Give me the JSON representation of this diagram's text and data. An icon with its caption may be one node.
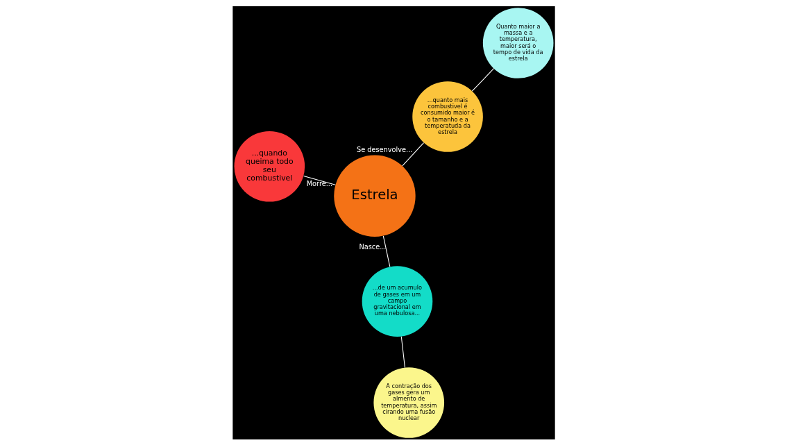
{
  "diagram": {
    "nodes": [
      {
        "text": [
          "Estrela"
        ]
      },
      {
        "text": [
          "...de um acumulo de gases em um campo gravitacional em uma nebulosa..."
        ]
      },
      {
        "text": [
          "A contração dos gases gera um almento de temperatura, assim cirando uma fusão nuclear"
        ]
      },
      {
        "text": [
          "...quanto mais combustivel é consumido maior é o tamanho e a temperatuda da estrela"
        ]
      },
      {
        "text": [
          "Quanto maior a massa e a temperatura, maior será o tempo de vida da estrela"
        ]
      },
      {
        "text": [
          "...quando queima todo seu combustivel"
        ]
      }
    ],
    "edges": [
      {
        "from": 0,
        "to": 1,
        "arrow": "none",
        "label": "Nasce..."
      },
      {
        "from": 1,
        "to": 2,
        "arrow": "none"
      },
      {
        "from": 0,
        "to": 3,
        "arrow": "none",
        "label": "Se desenvolve..."
      },
      {
        "from": 3,
        "to": 4,
        "arrow": "none"
      },
      {
        "from": 0,
        "to": 5,
        "arrow": "none",
        "label": "Morre..."
      }
    ]
  }
}
